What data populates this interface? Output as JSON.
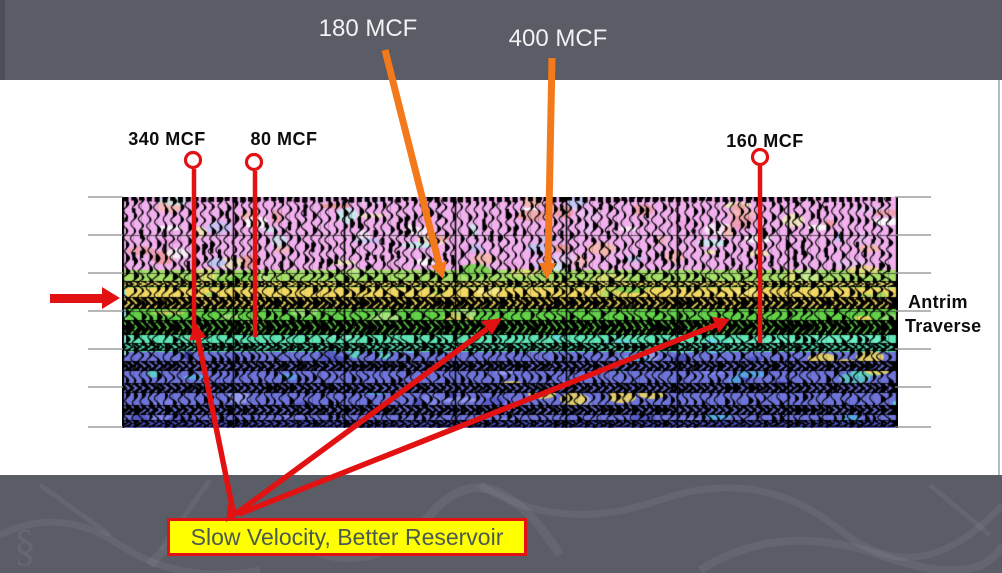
{
  "slide": {
    "background_color": "#5a5c66",
    "content_background": "#ffffff",
    "edge_strip_color": "#4c4e59"
  },
  "palette": {
    "orange_arrow": "#f4791b",
    "red_annotation": "#e21212",
    "black_label": "#0d0d0d",
    "white_label": "#f2f2f5",
    "gridline": "#8c8c8c"
  },
  "top_callouts": [
    {
      "label": "180 MCF"
    },
    {
      "label": "400 MCF"
    }
  ],
  "well_markers": [
    {
      "label": "340 MCF"
    },
    {
      "label": "80 MCF"
    },
    {
      "label": "160 MCF"
    }
  ],
  "horizon_labels": [
    {
      "label": "Antrim"
    },
    {
      "label": "Traverse"
    }
  ],
  "callout_box": {
    "label": "Slow Velocity, Better Reservoir",
    "background": "#ffff00",
    "border_color": "#e21212",
    "text_color": "#4a5a50"
  },
  "seismic": {
    "description": "wiggle-trace seismic section with velocity color overlay",
    "zone_colors": {
      "shallow_pink": "#f2b0ee",
      "transition_green": "#a6e068",
      "slow_velocity_yellow": "#f2d862",
      "green": "#62d248",
      "cyan": "#5fe4b4",
      "deep_blue": "#6f74da",
      "dark_blue": "#4e52c4",
      "trace_black": "#000000"
    }
  }
}
